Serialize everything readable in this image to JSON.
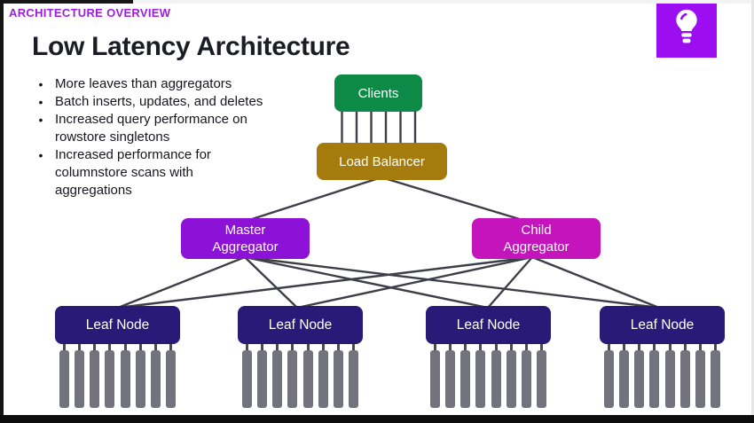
{
  "header": {
    "kicker": "ARCHITECTURE OVERVIEW",
    "title": "Low Latency Architecture",
    "kicker_color": "#9b1fd9",
    "icon_bg_color": "#9c0df0"
  },
  "bullets": [
    "More leaves than aggregators",
    "Batch inserts, updates, and deletes",
    "Increased query performance on\nrowstore singletons",
    "Increased performance for\ncolumnstore scans with\naggregations"
  ],
  "diagram": {
    "nodes": {
      "clients": {
        "label": "Clients",
        "color": "#0d8a45"
      },
      "load_balancer": {
        "label": "Load Balancer",
        "color": "#a57b0d"
      },
      "master_aggregator": {
        "label": "Master Aggregator",
        "color": "#8d12d8"
      },
      "child_aggregator": {
        "label": "Child Aggregator",
        "color": "#c315bb"
      },
      "leaf_nodes": [
        {
          "label": "Leaf Node"
        },
        {
          "label": "Leaf Node"
        },
        {
          "label": "Leaf Node"
        },
        {
          "label": "Leaf Node"
        }
      ],
      "leaf_color": "#2a1a78",
      "partition_bar_color": "#73737e"
    },
    "partitions_per_leaf": 8,
    "edge_color": "#3e3e49",
    "edges": [
      {
        "from": "clients",
        "to": "load_balancer",
        "links": 6
      },
      {
        "from": "load_balancer",
        "to": "master_aggregator"
      },
      {
        "from": "load_balancer",
        "to": "child_aggregator"
      },
      {
        "from": "master_aggregator",
        "to": "leaf_node_1"
      },
      {
        "from": "master_aggregator",
        "to": "leaf_node_2"
      },
      {
        "from": "master_aggregator",
        "to": "leaf_node_3"
      },
      {
        "from": "master_aggregator",
        "to": "leaf_node_4"
      },
      {
        "from": "child_aggregator",
        "to": "leaf_node_1"
      },
      {
        "from": "child_aggregator",
        "to": "leaf_node_2"
      },
      {
        "from": "child_aggregator",
        "to": "leaf_node_3"
      },
      {
        "from": "child_aggregator",
        "to": "leaf_node_4"
      }
    ]
  }
}
